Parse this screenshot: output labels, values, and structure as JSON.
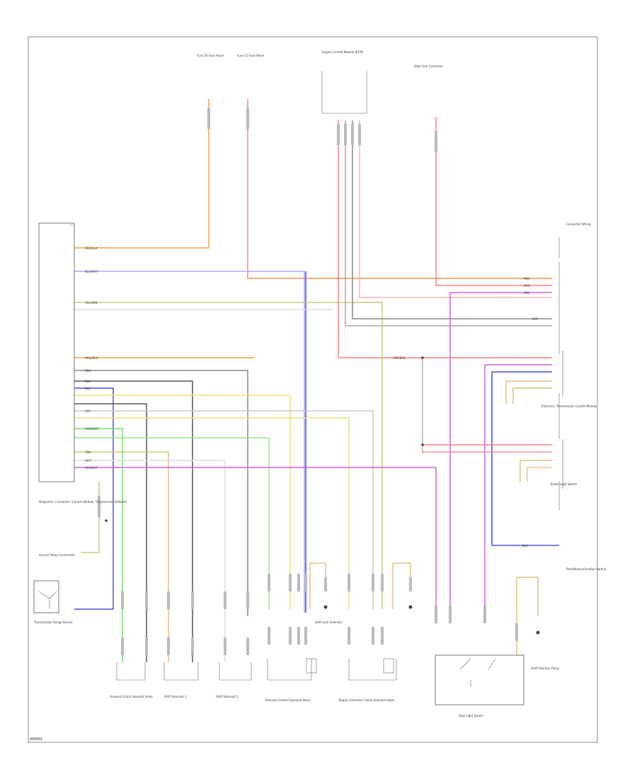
{
  "diagram": {
    "code": "W9999",
    "components": {
      "left_module": "Diagnostic Connector / Control Module, Transmission Solenoid",
      "ground_left": "Ground Strap Connection",
      "master_switch": "Transmission Range Sensor",
      "top_fuse_1": "Fuse 30 Fuse Panel",
      "top_fuse_2": "Fuse 15 Fuse Panel",
      "top_center": "Engine Control Module (ECM)",
      "top_right": "Data Link Connector",
      "right_top_conn": "Connector Wiring",
      "right_mid": "Electronic Transmission Control Module",
      "right_lower": "Brake Light Switch",
      "right_bottom": "Park/Neutral Position Switch",
      "bottom_1": "Forward Clutch Solenoid Valve",
      "bottom_2": "Shift Solenoid 1",
      "bottom_3": "Shift Solenoid 2",
      "bottom_4": "Pressure Control Solenoid Valve",
      "bottom_5": "Torque Converter Clutch Solenoid Valve",
      "bottom_6": "Shift Lock Solenoid",
      "bottom_7": "Stop Light Switch",
      "bottom_8": "Shift Interlock Relay"
    },
    "wire_labels": {
      "red_blk": "RED/BLK",
      "blu_wht": "BLU/WHT",
      "yel_grn": "YEL/GRN",
      "org_blk": "ORG/BLK",
      "brn": "BRN",
      "pnk": "PNK",
      "vio_wht": "VIO/WHT",
      "gry": "GRY",
      "grn_wht": "GRN/WHT",
      "tan": "TAN",
      "red": "RED",
      "org": "ORG",
      "blk": "BLK",
      "wht": "WHT",
      "blu": "BLU"
    },
    "colors": {
      "orange": "#f5a24a",
      "red": "#ff7e7e",
      "blue": "#4c4ce6",
      "yellow_green": "#c8c87a",
      "violet": "#d060e0",
      "gray": "#a8a8a8",
      "black": "#555555",
      "green": "#70e070",
      "tan": "#e0c080",
      "yellow": "#f0e070",
      "light_gray": "#cccccc",
      "purple": "#a060ff"
    }
  }
}
